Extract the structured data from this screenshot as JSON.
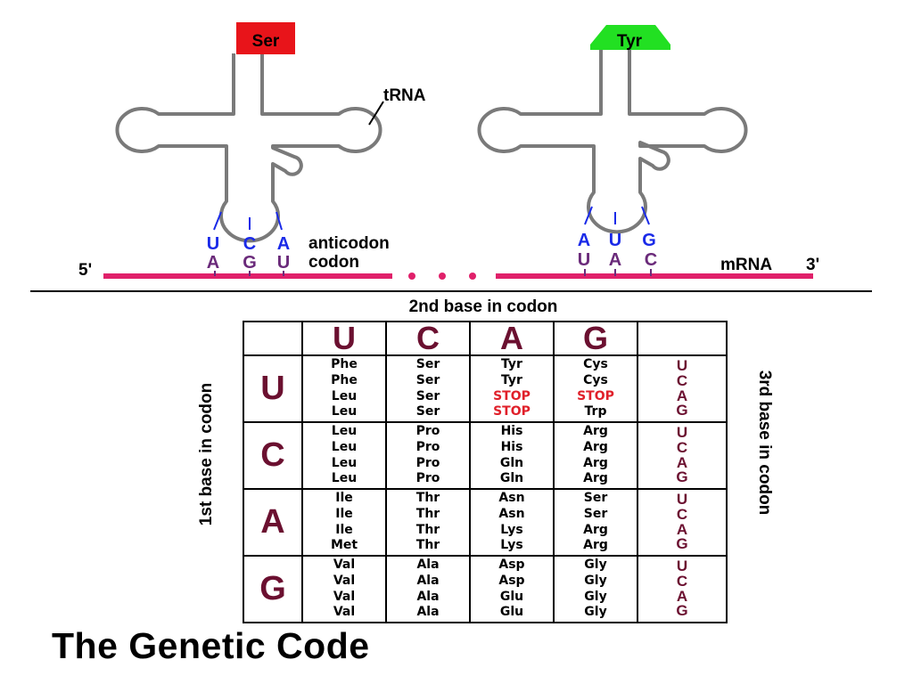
{
  "trna_left": {
    "amino_acid": "Ser",
    "label": "tRNA",
    "anticodon": [
      "U",
      "C",
      "A"
    ],
    "codon": [
      "A",
      "G",
      "U"
    ],
    "anticodon_label": "anticodon",
    "codon_label": "codon"
  },
  "trna_right": {
    "amino_acid": "Tyr",
    "anticodon": [
      "A",
      "U",
      "G"
    ],
    "codon": [
      "U",
      "A",
      "C"
    ]
  },
  "mrna": {
    "five_prime": "5'",
    "three_prime": "3'",
    "label": "mRNA"
  },
  "colors": {
    "ser_box": "#e8141a",
    "tyr_box": "#22e022",
    "mrna": "#e0206a",
    "anticodon_text": "#1a2ae8",
    "codon_text": "#6a2a7a",
    "base_letter": "#6b1030",
    "stop": "#e0202a"
  },
  "table": {
    "axis_top": "2nd base in codon",
    "axis_left": "1st base in codon",
    "axis_right": "3rd base in codon",
    "second_bases": [
      "U",
      "C",
      "A",
      "G"
    ],
    "rows": [
      {
        "first": "U",
        "cells": [
          [
            "Phe",
            "Phe",
            "Leu",
            "Leu"
          ],
          [
            "Ser",
            "Ser",
            "Ser",
            "Ser"
          ],
          [
            "Tyr",
            "Tyr",
            "STOP",
            "STOP"
          ],
          [
            "Cys",
            "Cys",
            "STOP",
            "Trp"
          ]
        ],
        "third": [
          "U",
          "C",
          "A",
          "G"
        ]
      },
      {
        "first": "C",
        "cells": [
          [
            "Leu",
            "Leu",
            "Leu",
            "Leu"
          ],
          [
            "Pro",
            "Pro",
            "Pro",
            "Pro"
          ],
          [
            "His",
            "His",
            "Gln",
            "Gln"
          ],
          [
            "Arg",
            "Arg",
            "Arg",
            "Arg"
          ]
        ],
        "third": [
          "U",
          "C",
          "A",
          "G"
        ]
      },
      {
        "first": "A",
        "cells": [
          [
            "Ile",
            "Ile",
            "Ile",
            "Met"
          ],
          [
            "Thr",
            "Thr",
            "Thr",
            "Thr"
          ],
          [
            "Asn",
            "Asn",
            "Lys",
            "Lys"
          ],
          [
            "Ser",
            "Ser",
            "Arg",
            "Arg"
          ]
        ],
        "third": [
          "U",
          "C",
          "A",
          "G"
        ]
      },
      {
        "first": "G",
        "cells": [
          [
            "Val",
            "Val",
            "Val",
            "Val"
          ],
          [
            "Ala",
            "Ala",
            "Ala",
            "Ala"
          ],
          [
            "Asp",
            "Asp",
            "Glu",
            "Glu"
          ],
          [
            "Gly",
            "Gly",
            "Gly",
            "Gly"
          ]
        ],
        "third": [
          "U",
          "C",
          "A",
          "G"
        ]
      }
    ]
  },
  "title": "The Genetic Code"
}
